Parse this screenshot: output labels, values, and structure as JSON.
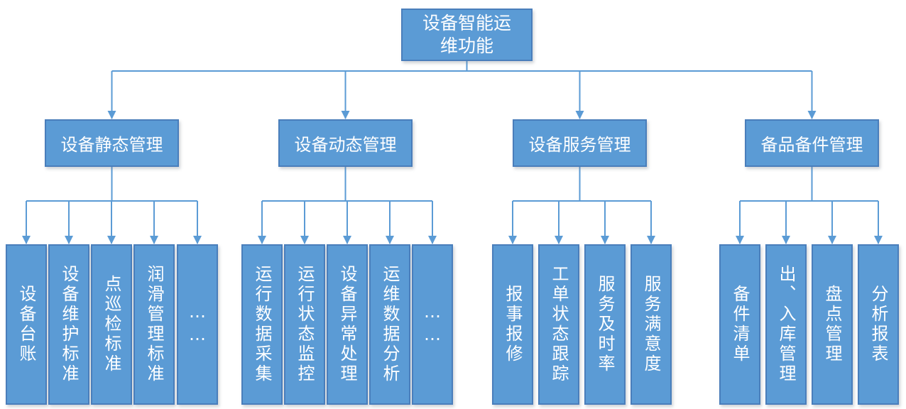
{
  "diagram_title": "设备智能运维功能",
  "root": {
    "label": "设备智能运维功能"
  },
  "branches": [
    {
      "label": "设备静态管理",
      "children": [
        "设备台账",
        "设备维护标准",
        "点巡检标准",
        "润滑管理标准",
        "……"
      ]
    },
    {
      "label": "设备动态管理",
      "children": [
        "运行数据采集",
        "运行状态监控",
        "设备异常处理",
        "运维数据分析",
        "……"
      ]
    },
    {
      "label": "设备服务管理",
      "children": [
        "报事报修",
        "工单状态跟踪",
        "服务及时率",
        "服务满意度"
      ]
    },
    {
      "label": "备品备件管理",
      "children": [
        "备件清单",
        "出、入库管理",
        "盘点管理",
        "分析报表"
      ]
    }
  ],
  "colors": {
    "box_fill": "#5B9BD5",
    "box_border": "#4A7EBB",
    "connector": "#5B9BD5",
    "text": "#FFFFFF",
    "background": "#FFFFFF"
  }
}
